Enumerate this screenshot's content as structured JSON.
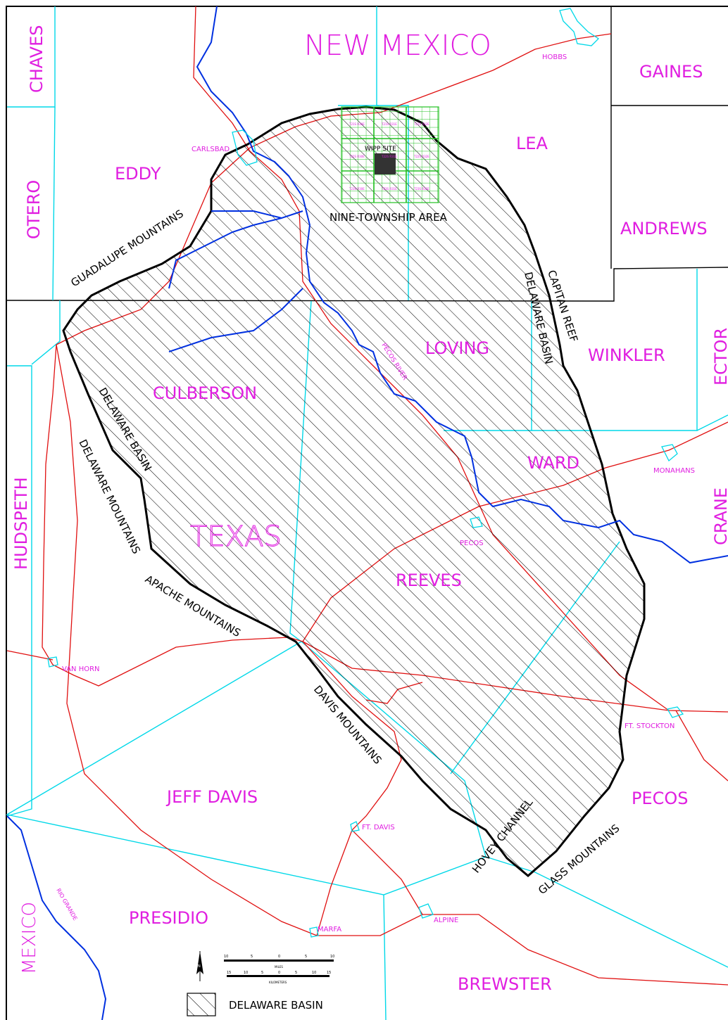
{
  "states": {
    "new_mexico": "NEW MEXICO",
    "texas": "TEXAS",
    "mexico": "MEXICO"
  },
  "counties": {
    "chaves": "CHAVES",
    "otero": "OTERO",
    "eddy": "EDDY",
    "lea": "LEA",
    "gaines": "GAINES",
    "andrews": "ANDREWS",
    "winkler": "WINKLER",
    "ector": "ECTOR",
    "loving": "LOVING",
    "culberson": "CULBERSON",
    "hudspeth": "HUDSPETH",
    "ward": "WARD",
    "crane": "CRANE",
    "reeves": "REEVES",
    "jeff_davis": "JEFF DAVIS",
    "pecos": "PECOS",
    "presidio": "PRESIDIO",
    "brewster": "BREWSTER"
  },
  "towns": {
    "hobbs": "HOBBS",
    "carlsbad": "CARLSBAD",
    "monahans": "MONAHANS",
    "pecos": "PECOS",
    "van_horn": "VAN HORN",
    "ft_stockton": "FT. STOCKTON",
    "ft_davis": "FT. DAVIS",
    "marfa": "MARFA",
    "alpine": "ALPINE"
  },
  "features": {
    "guadalupe_mountains": "GUADALUPE MOUNTAINS",
    "nine_township_area": "NINE-TOWNSHIP AREA",
    "wipp_site": "WIPP SITE",
    "capitan_reef": "CAPITAN REEF",
    "delaware_basin_east": "DELAWARE BASIN",
    "delaware_basin_west": "DELAWARE BASIN",
    "delaware_mountains": "DELAWARE MOUNTAINS",
    "apache_mountains": "APACHE MOUNTAINS",
    "davis_mountains": "DAVIS MOUNTAINS",
    "hovey_channel": "HOVEY CHANNEL",
    "glass_mountains": "GLASS MOUNTAINS",
    "pecos_river": "PECOS RIVER",
    "rio_grande": "RIO GRANDE"
  },
  "township_labels": {
    "row1": [
      "T21S R30E",
      "T21S R31E",
      "T21S R32E"
    ],
    "row2": [
      "T22S R30E",
      "T22S R31E",
      "T22S R32E"
    ],
    "row3": [
      "T23S R30E",
      "T23S R31E",
      "T23S R32E"
    ]
  },
  "scale": {
    "miles_label": "MILES",
    "km_label": "KILOMETERS",
    "miles_ticks": [
      "10",
      "5",
      "0",
      "5",
      "10"
    ],
    "km_ticks": [
      "15",
      "10",
      "5",
      "0",
      "5",
      "10",
      "15"
    ],
    "north_label": "N"
  },
  "legend": {
    "basin_label": "DELAWARE BASIN"
  },
  "colors": {
    "county_lines": "#00d8e8",
    "roads": "#e01010",
    "rivers": "#0030e0",
    "labels": "#e01ee0",
    "township_grid": "#22c022"
  }
}
